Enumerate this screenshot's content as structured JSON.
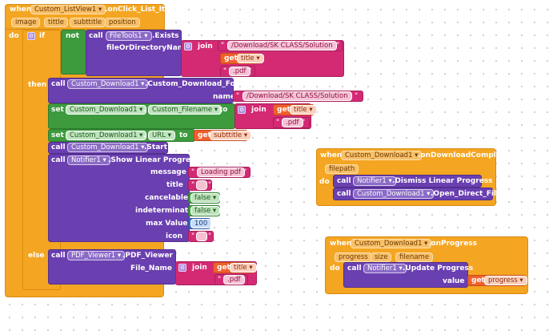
{
  "main_event": {
    "when": "when",
    "component": "Custom_ListView1",
    "event": ".onClick_List_Item",
    "params": [
      "image",
      "tittle",
      "subttitle",
      "position"
    ],
    "do": "do",
    "if": "if",
    "not": "not",
    "call": "call",
    "filetools": {
      "component": "FileTools1",
      "method": ".Exists",
      "arg": "fileOrDirectoryName"
    },
    "join": "join",
    "path_string": "/Download/SK CLASS/Solution",
    "get": "get",
    "get_title": "title",
    "pdf_string": ".pdf",
    "then": "then",
    "download_folder": {
      "component": "Custom_Download1",
      "method": ".Custom_Download_Folder",
      "arg": "name"
    },
    "set": "set",
    "set_filename": {
      "component": "Custom_Download1",
      "property": "Custom_Filename",
      "to": "to"
    },
    "set_url": {
      "component": "Custom_Download1",
      "property": "URL",
      "to": "to",
      "get_var": "subttitle"
    },
    "start": {
      "component": "Custom_Download1",
      "method": ".Start"
    },
    "notifier": {
      "component": "Notifier1",
      "method": ".Show Linear Progress",
      "args": [
        "message",
        "title",
        "cancelable",
        "indeterminate",
        "max Value",
        "icon"
      ],
      "message_value": "Loading pdf",
      "cancelable_value": "false",
      "indeterminate_value": "false",
      "max_value": "100"
    },
    "else": "else",
    "pdf_viewer": {
      "component": "PDF_Viewer1",
      "method": ".PDF_Viewer",
      "arg": "File_Name"
    }
  },
  "complete_event": {
    "when": "when",
    "component": "Custom_Download1",
    "event": ".onDownloadComplete",
    "params": [
      "filepath"
    ],
    "do": "do",
    "call": "call",
    "dismiss": {
      "component": "Notifier1",
      "method": ".Dismiss Linear Progress"
    },
    "open": {
      "component": "Custom_Download1",
      "method": ".Open_Direct_File"
    }
  },
  "progress_event": {
    "when": "when",
    "component": "Custom_Download1",
    "event": ".onProgress",
    "params": [
      "progress",
      "size",
      "filename"
    ],
    "do": "do",
    "call": "call",
    "update": {
      "component": "Notifier1",
      "method": ".Update Progress",
      "arg": "value"
    },
    "get": "get",
    "get_var": "progress"
  }
}
